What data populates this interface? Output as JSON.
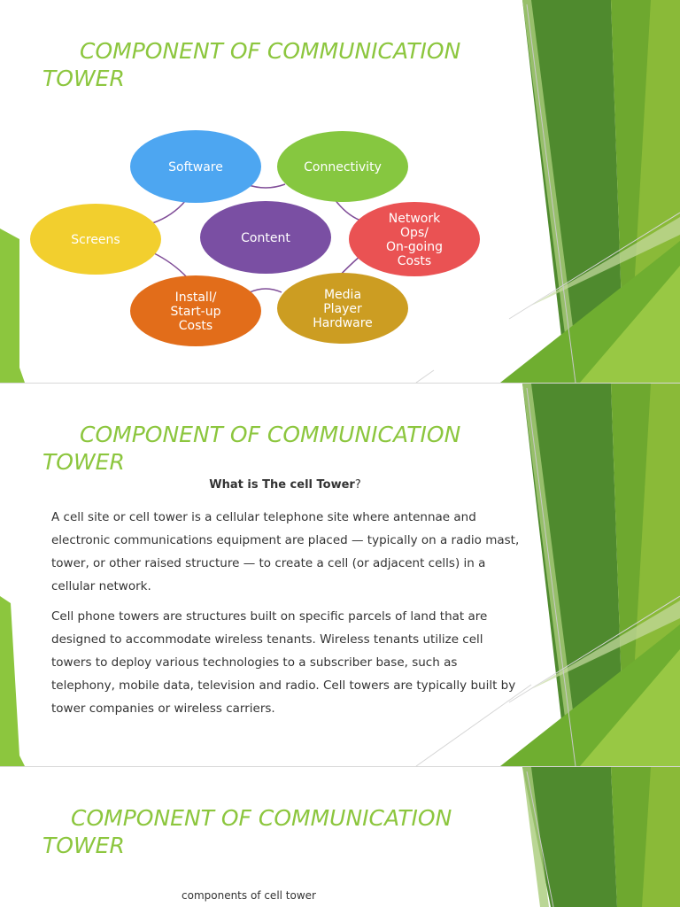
{
  "slides": [
    {
      "title_line1": "COMPONENT OF COMMUNICATION",
      "title_line2": "TOWER",
      "diagram": {
        "nodes": [
          {
            "label": "Software",
            "color": "#4da6f1"
          },
          {
            "label": "Connectivity",
            "color": "#86c740"
          },
          {
            "label": "Screens",
            "color": "#f2cf2e"
          },
          {
            "label": "Content",
            "color": "#7a4fa3"
          },
          {
            "label": "Network Ops/ On-going Costs",
            "color": "#ea5253"
          },
          {
            "label": "Install/ Start-up Costs",
            "color": "#e26d1a"
          },
          {
            "label": "Media Player Hardware",
            "color": "#cc9d22"
          }
        ],
        "connector_color": "#7f4c97"
      }
    },
    {
      "title_line1": "COMPONENT OF COMMUNICATION",
      "title_line2": "TOWER",
      "subheading": "What is The cell Tower",
      "subheading_mark": "?",
      "paragraph1": "A cell site or cell tower is a cellular telephone site where antennae and electronic communications equipment are placed — typically on a radio mast, tower, or other raised structure — to create a cell (or adjacent cells) in a cellular network.",
      "paragraph2": "Cell phone towers are structures built on specific parcels of land that are designed to accommodate wireless tenants. Wireless tenants utilize cell towers to deploy various technologies to a subscriber base, such as telephony, mobile data, television and radio. Cell towers are typically built by tower companies or wireless carriers."
    },
    {
      "title_line1": "COMPONENT OF COMMUNICATION",
      "title_line2": "TOWER",
      "caption": "components of cell tower"
    }
  ],
  "theme": {
    "accent": "#8cc63e",
    "dark_green": "#4f8a2e",
    "mid_green": "#6ea82f",
    "light_green": "#9dc846",
    "pale_green": "#c7dca3"
  }
}
